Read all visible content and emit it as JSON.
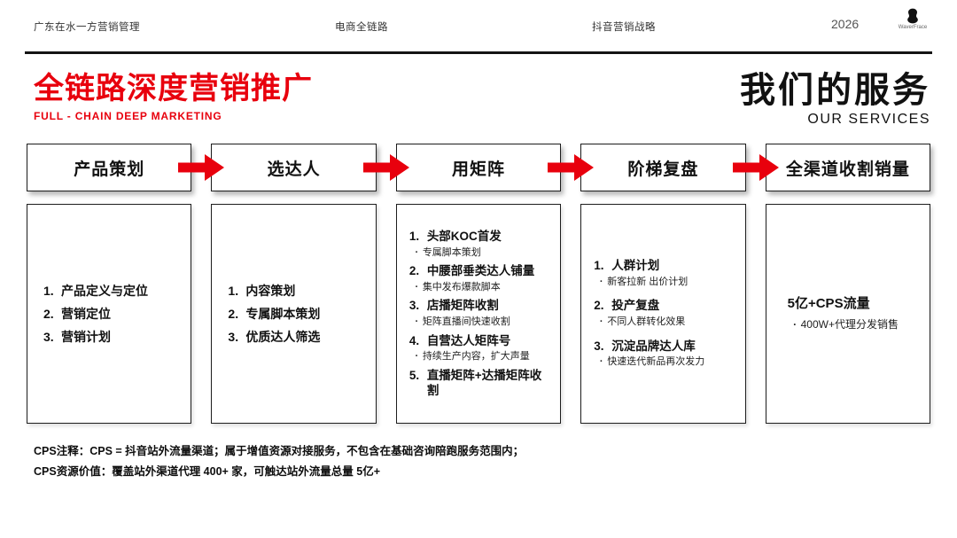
{
  "colors": {
    "accent": "#e8000d",
    "ink": "#111111"
  },
  "header": {
    "nav": [
      "广东在水一方营销管理",
      "电商全链路",
      "抖音营销战略"
    ],
    "year": "2026",
    "logo_text": "WaverFrace"
  },
  "title": {
    "main": "全链路深度营销推广",
    "sub": "FULL - CHAIN DEEP MARKETING",
    "right_main": "我们的服务",
    "right_sub": "OUR SERVICES"
  },
  "flow": {
    "steps": [
      {
        "header": "产品策划",
        "items": [
          {
            "n": "1.",
            "t": "产品定义与定位"
          },
          {
            "n": "2.",
            "t": "营销定位"
          },
          {
            "n": "3.",
            "t": "营销计划"
          }
        ]
      },
      {
        "header": "选达人",
        "items": [
          {
            "n": "1.",
            "t": "内容策划"
          },
          {
            "n": "2.",
            "t": "专属脚本策划"
          },
          {
            "n": "3.",
            "t": "优质达人筛选"
          }
        ]
      },
      {
        "header": "用矩阵",
        "items": [
          {
            "n": "1.",
            "t": "头部KOC首发",
            "b": [
              "专属脚本策划"
            ]
          },
          {
            "n": "2.",
            "t": "中腰部垂类达人铺量",
            "b": [
              "集中发布爆款脚本"
            ]
          },
          {
            "n": "3.",
            "t": "店播矩阵收割",
            "b": [
              "矩阵直播间快速收割"
            ]
          },
          {
            "n": "4.",
            "t": "自营达人矩阵号",
            "b": [
              "持续生产内容，扩大声量"
            ]
          },
          {
            "n": "5.",
            "t": "直播矩阵+达播矩阵收割"
          }
        ]
      },
      {
        "header": "阶梯复盘",
        "items": [
          {
            "n": "1.",
            "t": "人群计划",
            "b": [
              "新客拉新 出价计划"
            ]
          },
          {
            "n": "2.",
            "t": "投产复盘",
            "b": [
              "不同人群转化效果"
            ]
          },
          {
            "n": "3.",
            "t": "沉淀品牌达人库",
            "b": [
              "快速迭代新品再次发力"
            ]
          }
        ]
      },
      {
        "header": "全渠道收割销量",
        "items": [
          {
            "n": "",
            "t": "5亿+CPS流量",
            "b": [
              "400W+代理分发销售"
            ]
          }
        ]
      }
    ]
  },
  "notes": [
    "CPS注释：CPS = 抖音站外流量渠道；属于增值资源对接服务，不包含在基础咨询陪跑服务范围内；",
    "CPS资源价值：覆盖站外渠道代理 400+ 家，可触达站外流量总量 5亿+"
  ]
}
